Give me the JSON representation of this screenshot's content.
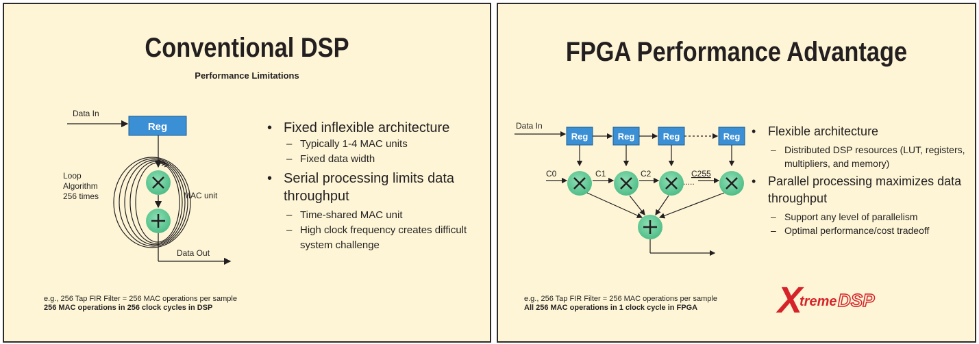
{
  "left": {
    "title": "Conventional DSP",
    "subtitle": "Performance Limitations",
    "diagram": {
      "data_in": "Data In",
      "reg": "Reg",
      "loop": "Loop",
      "algorithm": "Algorithm",
      "times": "256 times",
      "mac_unit": "MAC unit",
      "data_out": "Data Out"
    },
    "bullets": {
      "b1": "Fixed inflexible architecture",
      "b1a": "Typically 1-4 MAC units",
      "b1b": "Fixed data width",
      "b2": "Serial processing limits data throughput",
      "b2a": "Time-shared MAC unit",
      "b2b": "High clock frequency creates difficult system challenge"
    },
    "footnote": {
      "line1": "e.g., 256 Tap FIR Filter = 256 MAC operations per sample",
      "line2": "256 MAC operations in 256 clock cycles in DSP"
    }
  },
  "right": {
    "title": "FPGA Performance Advantage",
    "diagram": {
      "data_in": "Data In",
      "reg": "Reg",
      "c0": "C0",
      "c1": "C1",
      "c2": "C2",
      "c255": "C255",
      "dots": "....."
    },
    "bullets": {
      "b1": "Flexible architecture",
      "b1a": "Distributed DSP resources (LUT, registers, multipliers, and memory)",
      "b2": "Parallel processing maximizes data throughput",
      "b2a": "Support any level of parallelism",
      "b2b": "Optimal performance/cost tradeoff"
    },
    "footnote": {
      "line1": "e.g., 256 Tap FIR Filter = 256 MAC operations per sample",
      "line2": "All 256 MAC operations in 1 clock cycle in FPGA"
    },
    "logo": {
      "x": "X",
      "treme": "treme",
      "dsp": "DSP"
    }
  },
  "colors": {
    "background": "#fdf5d6",
    "reg_box": "#3b8fd4",
    "mac_circle": "#6ccf9c",
    "logo_red": "#d6232a",
    "border": "#2a2a2a"
  }
}
